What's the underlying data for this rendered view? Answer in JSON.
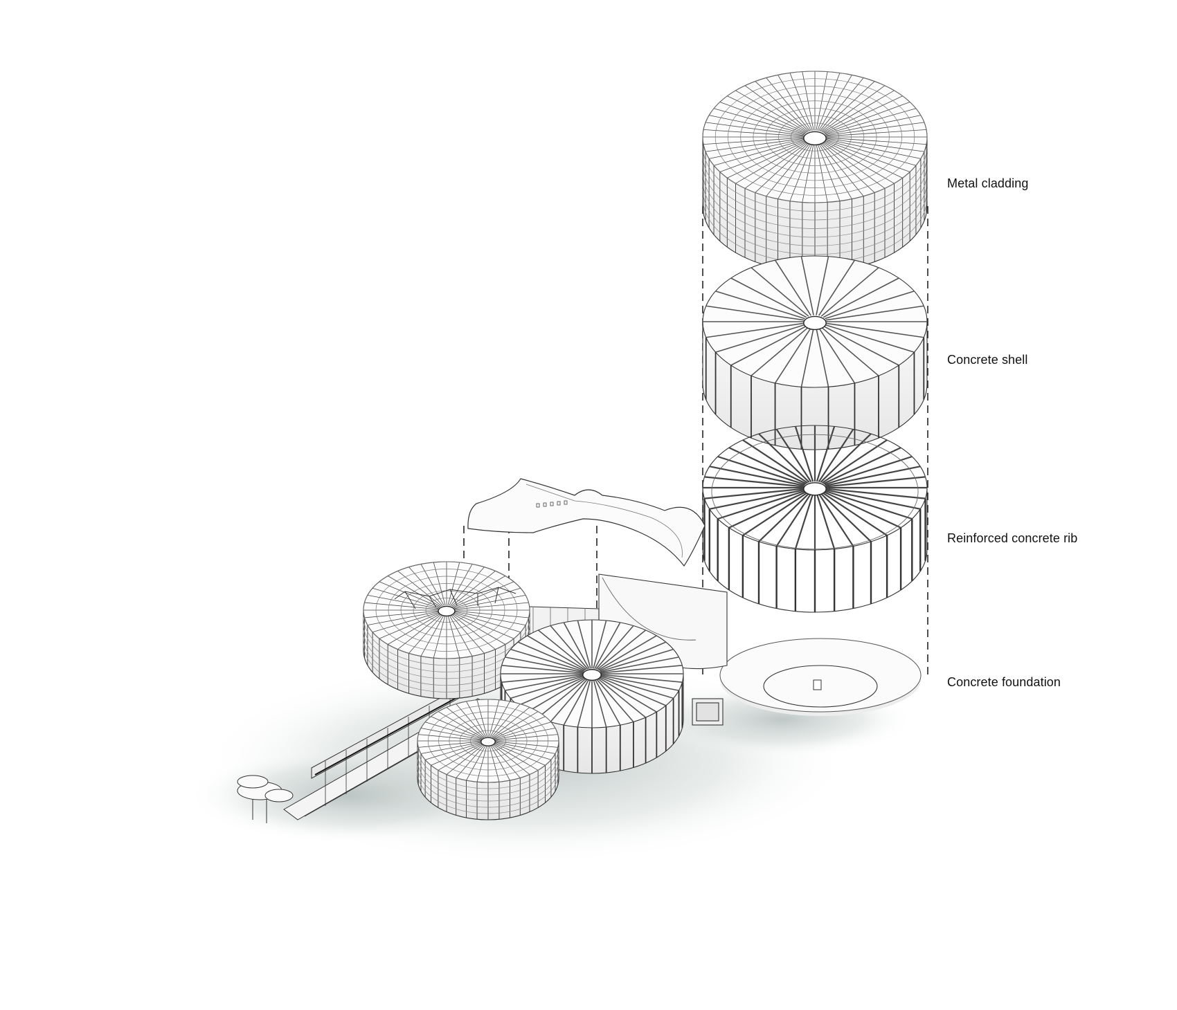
{
  "layers": [
    {
      "label": "Metal cladding"
    },
    {
      "label": "Concrete shell"
    },
    {
      "label": "Reinforced concrete rib"
    },
    {
      "label": "Concrete foundation"
    }
  ],
  "colors": {
    "background": "#ffffff",
    "line": "#2a2a2a",
    "light_line": "#9a9a9a",
    "shadow": "#b8c2c0"
  }
}
